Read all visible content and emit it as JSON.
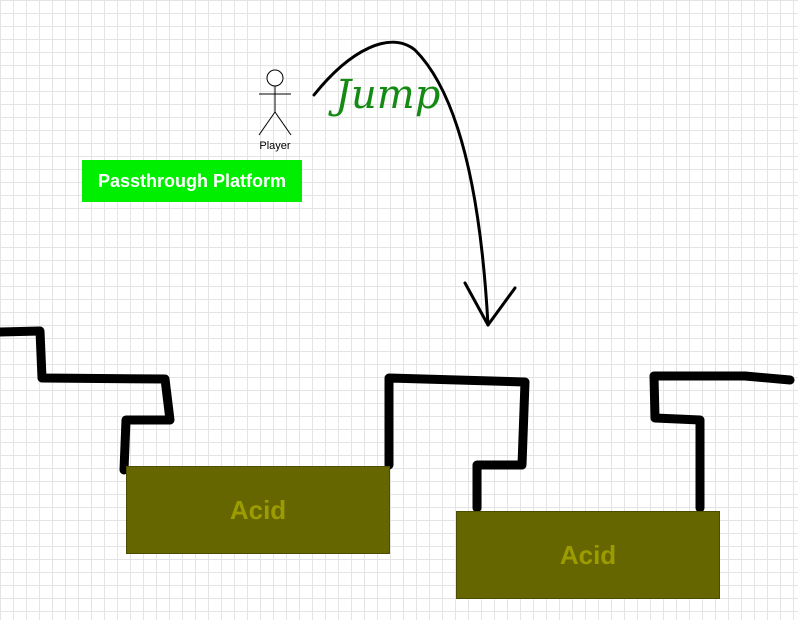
{
  "player": {
    "label": "Player",
    "icon": "stick-figure-icon"
  },
  "platform": {
    "label": "Passthrough Platform",
    "color": "#00ee00"
  },
  "acid_pools": [
    {
      "label": "Acid"
    },
    {
      "label": "Acid"
    }
  ],
  "annotation": {
    "text": "Jump",
    "color": "#148a14",
    "arrow_icon": "curved-arrow-down-icon"
  },
  "colors": {
    "acid_fill": "#666600",
    "acid_text": "#9c9c00",
    "terrain": "#000000"
  }
}
